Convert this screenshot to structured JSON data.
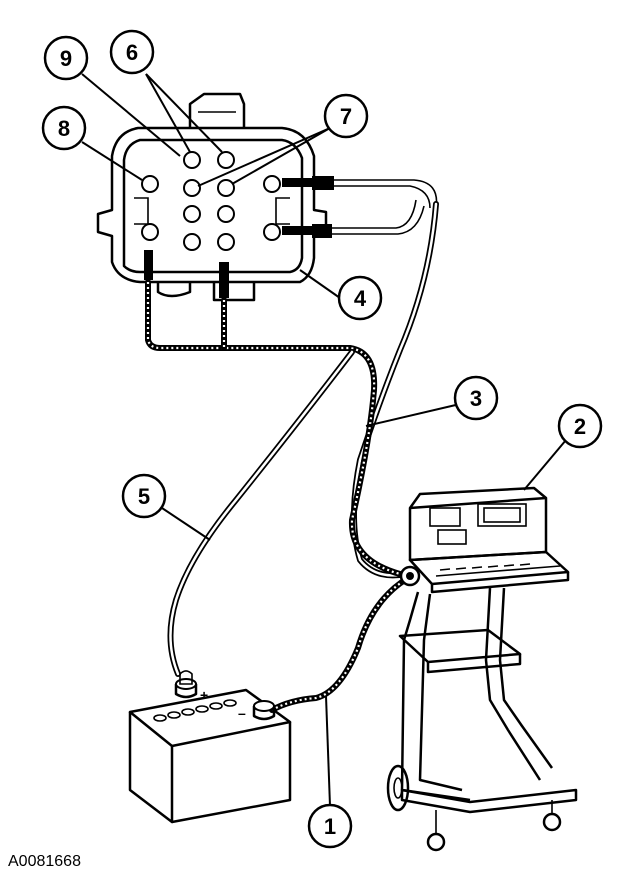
{
  "figure_id": "A0081668",
  "callouts": {
    "c1": "1",
    "c2": "2",
    "c3": "3",
    "c4": "4",
    "c5": "5",
    "c6": "6",
    "c7": "7",
    "c8": "8",
    "c9": "9"
  },
  "battery_terminals": {
    "positive": "+",
    "negative": "–"
  },
  "colors": {
    "line": "#000000",
    "background": "#ffffff"
  }
}
